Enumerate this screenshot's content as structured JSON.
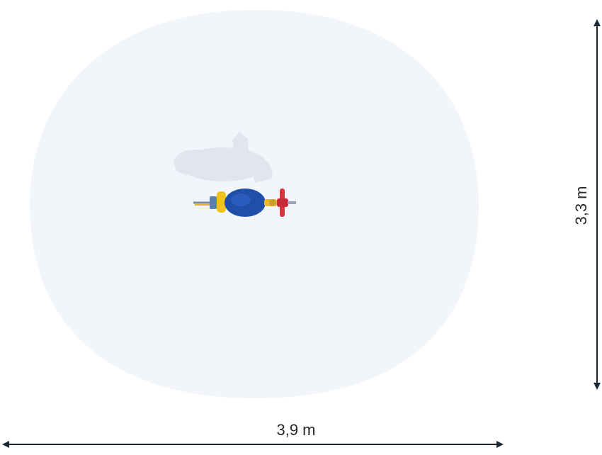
{
  "dimensions": {
    "width_label": "3,9 m",
    "height_label": "3,3 m"
  },
  "colors": {
    "safety_zone": "#f2f6fa",
    "shadow": "#dfe3ef",
    "body": "#1f4fa8",
    "accent_red": "#d8343f",
    "accent_yellow": "#f2c21c",
    "arrow": "#1e2a33"
  },
  "icons": {
    "equipment": "spring-rider-equipment",
    "arrows": "double-headed-arrow"
  }
}
